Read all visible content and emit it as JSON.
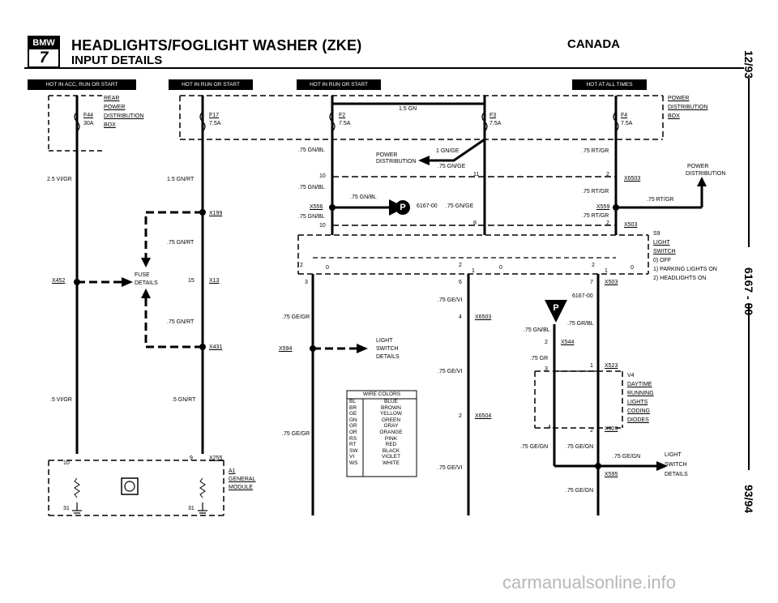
{
  "header": {
    "logo_top": "BMW",
    "logo_bottom": "7",
    "title": "HEADLIGHTS/FOGLIGHT WASHER (ZKE)",
    "subtitle": "INPUT DETAILS",
    "region": "CANADA"
  },
  "side_labels": {
    "top": "12/93",
    "middle": "6167 - 00",
    "bottom": "93/94"
  },
  "power_bars": {
    "b1": "HOT IN ACC, RUN OR START",
    "b2": "HOT IN RUN OR START",
    "b3": "HOT IN RUN OR START",
    "b4": "HOT AT ALL TIMES"
  },
  "fuses": {
    "f44_name": "F44",
    "f44_rating": "30A",
    "f17_name": "F17",
    "f17_rating": "7.5A",
    "f2_name": "F2",
    "f2_rating": "7.5A",
    "f3_name": "F3",
    "f3_rating": "7.5A",
    "f4_name": "F4",
    "f4_rating": "7.5A"
  },
  "rear_box": {
    "l1": "REAR",
    "l2": "POWER",
    "l3": "DISTRIBUTION",
    "l4": "BOX"
  },
  "front_box": {
    "l1": "POWER",
    "l2": "DISTRIBUTION",
    "l3": "BOX"
  },
  "wires": {
    "w1": "2.5 VI/GR",
    "w2": "1.5 GN/RT",
    "w3": ".75 GN/RT",
    "w4": ".75 GN/RT",
    "w5": ".5 VI/GR",
    "w6": ".5 GN/RT",
    "w7": "1.5 GN",
    "w8": ".75 GN/BL",
    "w9": "1 GN/GE",
    "w10": ".75 GN/GE",
    "w11": ".75 GN/BL",
    "w12": ".75 GN/BL",
    "w13": ".75 GN/GE",
    "w14": ".75 GN/BL",
    "w15": ".75 RT/GR",
    "w16": ".75 RT/GR",
    "w17": ".75 RT/GR",
    "w18": ".75 RT/GR",
    "w19": ".75 GE/VI",
    "w20": ".75 GE/GR",
    "w21": ".75 GE/VI",
    "w22": ".75 GE/GR",
    "w23": ".75 GE/VI",
    "w24": ".75 GR/BL",
    "w25": ".75 GN/BL",
    "w26": ".75 GR",
    "w27": ".75 GE/GN",
    "w28": ".75 GE/GN",
    "w29": ".75 GE/GN",
    "w30": ".75 GE/GN"
  },
  "connectors": {
    "x452": "X452",
    "x199": "X199",
    "x13": "X13",
    "x431": "X431",
    "x255": "X255",
    "x556": "X556",
    "x6503": "X6503",
    "x559": "X559",
    "x503a": "X503",
    "x503b": "X503",
    "x594": "X594",
    "x6503b": "X6503",
    "x6504": "X6504",
    "x544": "X544",
    "x523a": "X523",
    "x523b": "X523",
    "x595": "X595"
  },
  "pins": {
    "p15": "15",
    "p9": "9",
    "p10a": "10",
    "p31a": "31",
    "p31b": "31",
    "p10b": "10",
    "p10c": "10",
    "p11": "11",
    "p2a": "2",
    "p8": "8",
    "p2b": "2",
    "p2c": "2",
    "p0a": "0",
    "p1a": "1",
    "p2d": "2",
    "p1b": "1",
    "p0b": "0",
    "p2e": "2",
    "p1c": "1",
    "p0c": "0",
    "p3": "3",
    "p6": "6",
    "p7": "7",
    "p4a": "4",
    "p2f": "2",
    "p2g": "2",
    "p3b": "3",
    "p1d": "1",
    "p4b": "4",
    "p2h": "2"
  },
  "components": {
    "fuse_details_1": "FUSE",
    "fuse_details_2": "DETAILS",
    "general_module_1": "A1",
    "general_module_2": "GENERAL",
    "general_module_3": "MODULE",
    "power_dist_1": "POWER",
    "power_dist_2": "DISTRIBUTION",
    "power_dist_r1": "POWER",
    "power_dist_r2": "DISTRIBUTION",
    "p_ref_1": "6167-00",
    "p_ref_2": "6167-00",
    "light_switch_1": "LIGHT",
    "light_switch_2": "SWITCH",
    "light_switch_3": "DETAILS",
    "light_switch_r1": "LIGHT",
    "light_switch_r2": "SWITCH",
    "light_switch_r3": "DETAILS",
    "s9_1": "S9",
    "s9_2": "LIGHT",
    "s9_3": "SWITCH",
    "s9_4": "0) OFF",
    "s9_5": "1) PARKING LIGHTS ON",
    "s9_6": "2) HEADLIGHTS ON",
    "v4_1": "V4",
    "v4_2": "DAYTIME",
    "v4_3": "RUNNING",
    "v4_4": "LIGHTS",
    "v4_5": "CODING",
    "v4_6": "DIODES",
    "p_letter": "P"
  },
  "wire_colors": {
    "title": "WIRE COLORS",
    "rows": [
      {
        "code": "BL",
        "name": "BLUE"
      },
      {
        "code": "BR",
        "name": "BROWN"
      },
      {
        "code": "GE",
        "name": "YELLOW"
      },
      {
        "code": "GN",
        "name": "GREEN"
      },
      {
        "code": "GR",
        "name": "GRAY"
      },
      {
        "code": "OR",
        "name": "ORANGE"
      },
      {
        "code": "RS",
        "name": "PINK"
      },
      {
        "code": "RT",
        "name": "RED"
      },
      {
        "code": "SW",
        "name": "BLACK"
      },
      {
        "code": "VI",
        "name": "VIOLET"
      },
      {
        "code": "WS",
        "name": "WHITE"
      }
    ]
  },
  "watermark": "carmanualsonline.info"
}
